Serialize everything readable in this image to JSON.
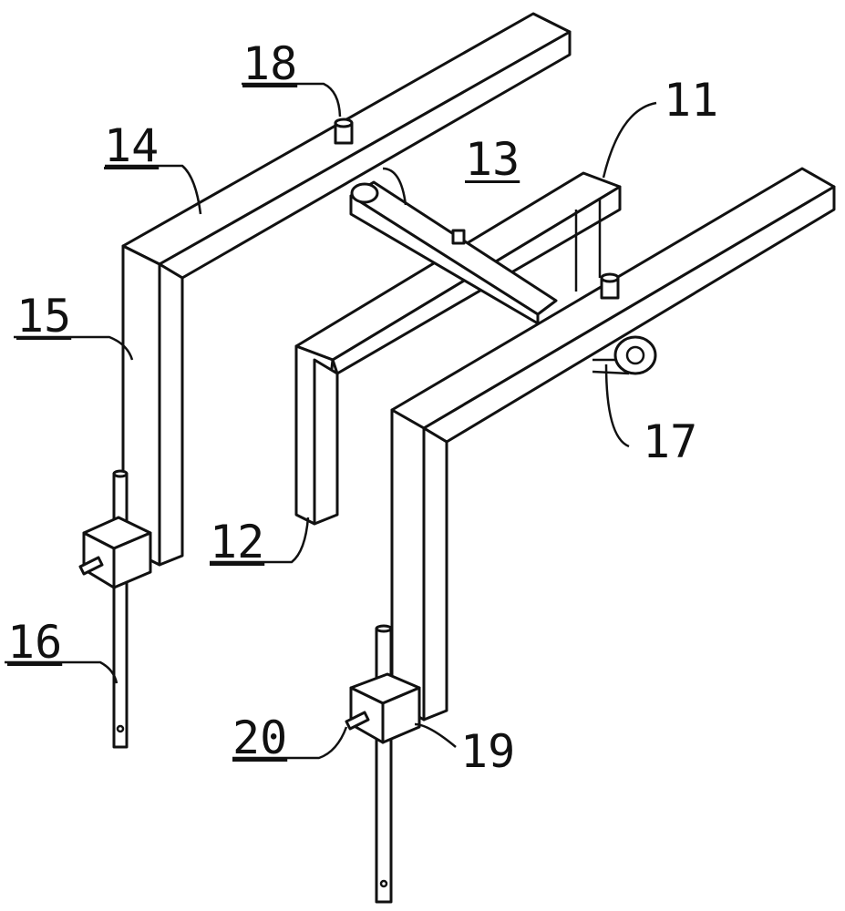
{
  "figure": {
    "labels": {
      "l11": "11",
      "l12": "12",
      "l13": "13",
      "l14": "14",
      "l15": "15",
      "l16": "16",
      "l17": "17",
      "l18": "18",
      "l19": "19",
      "l20": "20"
    }
  }
}
